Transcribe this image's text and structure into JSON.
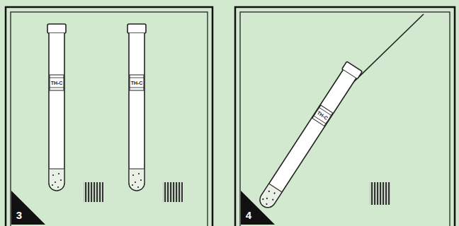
{
  "diagram": {
    "labels": [
      "3",
      "TH-C",
      "TH-C",
      "4",
      "TH-C"
    ]
  }
}
